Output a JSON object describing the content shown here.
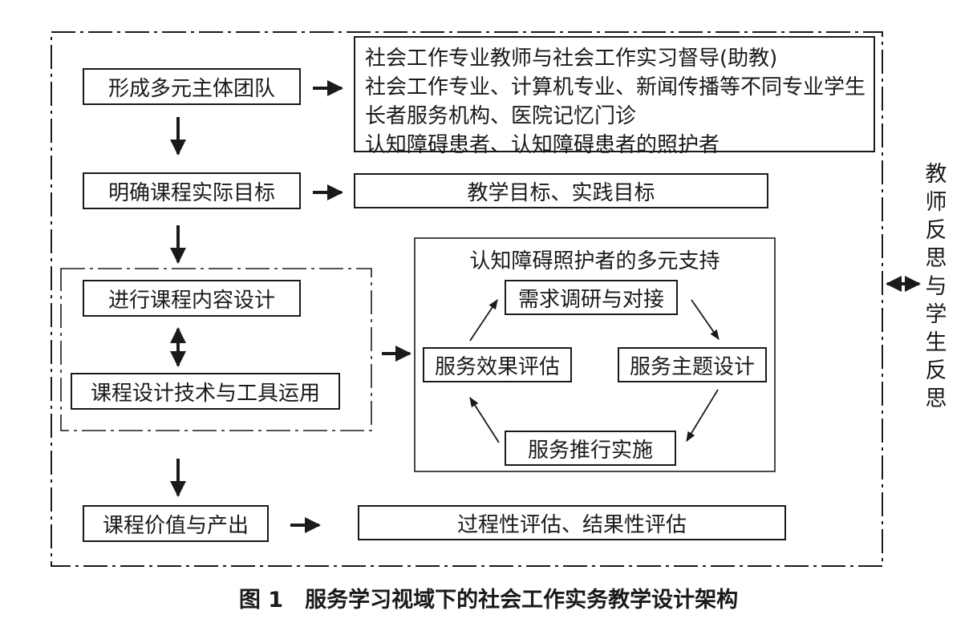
{
  "diagram": {
    "steps": {
      "team": "形成多元主体团队",
      "goals": "明确课程实际目标",
      "content": "进行课程内容设计",
      "tools": "课程设计技术与工具运用",
      "value": "课程价值与产出"
    },
    "team_members": [
      "社会工作专业教师与社会工作实习督导(助教)",
      "社会工作专业、计算机专业、新闻传播等不同专业学生",
      "长者服务机构、医院记忆门诊",
      "认知障碍患者、认知障碍患者的照护者"
    ],
    "goals_detail": "教学目标、实践目标",
    "support": {
      "title": "认知障碍照护者的多元支持",
      "cycle": {
        "research": "需求调研与对接",
        "design": "服务主题设计",
        "implement": "服务推行实施",
        "evaluate": "服务效果评估"
      }
    },
    "evaluation": "过程性评估、结果性评估",
    "reflection": "教师反思与学生反思"
  },
  "caption": "图 1　服务学习视域下的社会工作实务教学设计架构"
}
